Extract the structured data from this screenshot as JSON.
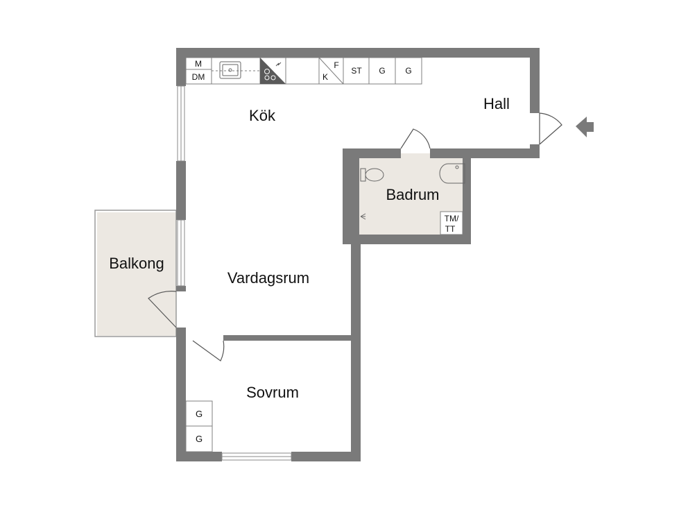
{
  "rooms": {
    "kitchen": "Kök",
    "hall": "Hall",
    "bathroom": "Badrum",
    "balcony": "Balkong",
    "living": "Vardagsrum",
    "bedroom": "Sovrum"
  },
  "fixtures": {
    "m": "M",
    "dm": "DM",
    "f": "F",
    "k": "K",
    "st": "ST",
    "g1": "G",
    "g2": "G",
    "tm": "TM/",
    "tt": "TT",
    "wardrobe_g1": "G",
    "wardrobe_g2": "G"
  },
  "colors": {
    "wall": "#7a7a7a",
    "bathroom_floor": "#ece8e2",
    "balcony_floor": "#ece8e2",
    "cabinet_stroke": "#7f7f7f",
    "stove_dark": "#5a5a5a"
  },
  "icons": [
    "sink-icon",
    "stove-icon",
    "toilet-icon",
    "washbasin-icon",
    "shower-icon",
    "entrance-arrow-icon"
  ]
}
